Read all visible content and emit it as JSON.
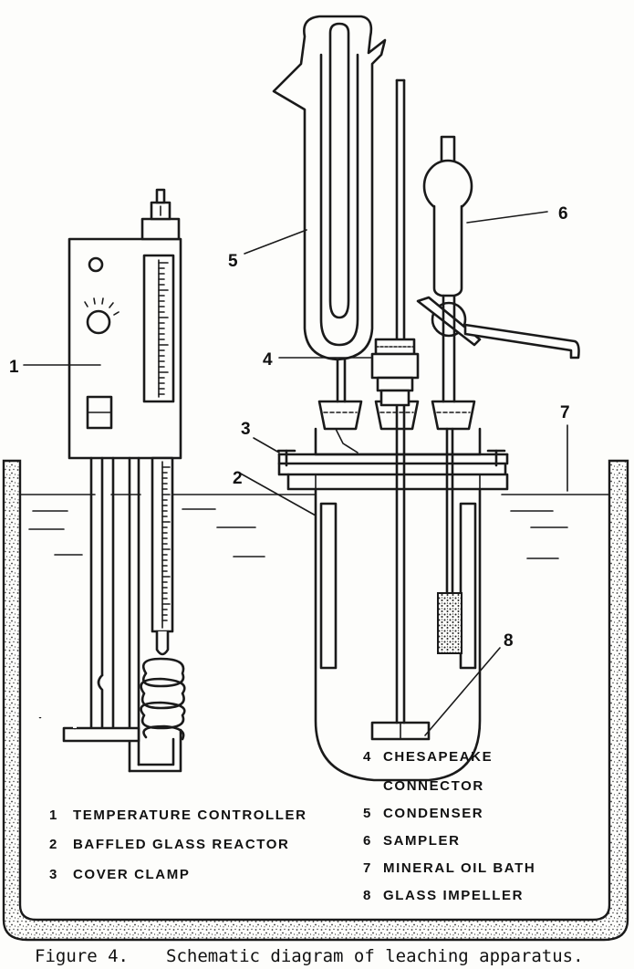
{
  "callouts": {
    "c1": "1",
    "c2": "2",
    "c3": "3",
    "c4": "4",
    "c5": "5",
    "c6": "6",
    "c7": "7",
    "c8": "8"
  },
  "legend": [
    {
      "num": "1",
      "label": "TEMPERATURE CONTROLLER"
    },
    {
      "num": "2",
      "label": "BAFFLED GLASS REACTOR"
    },
    {
      "num": "3",
      "label": "COVER CLAMP"
    },
    {
      "num": "4",
      "label": "CHESAPEAKE"
    },
    {
      "num": "",
      "label": "CONNECTOR"
    },
    {
      "num": "5",
      "label": "CONDENSER"
    },
    {
      "num": "6",
      "label": "SAMPLER"
    },
    {
      "num": "7",
      "label": "MINERAL OIL BATH"
    },
    {
      "num": "8",
      "label": "GLASS IMPELLER"
    }
  ],
  "caption": {
    "figure": "Figure 4.",
    "text": "Schematic diagram of leaching apparatus."
  }
}
